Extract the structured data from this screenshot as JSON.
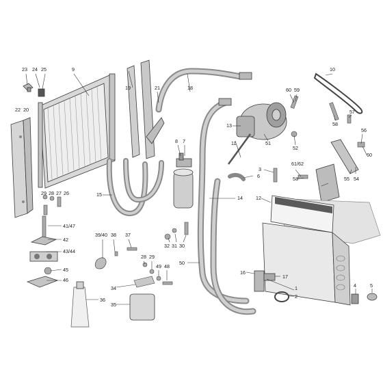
{
  "callouts": [
    {
      "id": "c1",
      "text": "1"
    },
    {
      "id": "c2",
      "text": "2"
    },
    {
      "id": "c3",
      "text": "3"
    },
    {
      "id": "c4",
      "text": "4"
    },
    {
      "id": "c5",
      "text": "5"
    },
    {
      "id": "c6",
      "text": "6"
    },
    {
      "id": "c7",
      "text": "7"
    },
    {
      "id": "c8",
      "text": "8"
    },
    {
      "id": "c9",
      "text": "9"
    },
    {
      "id": "c10",
      "text": "10"
    },
    {
      "id": "c11",
      "text": "11"
    },
    {
      "id": "c12",
      "text": "12"
    },
    {
      "id": "c13",
      "text": "13"
    },
    {
      "id": "c14",
      "text": "14"
    },
    {
      "id": "c15",
      "text": "15"
    },
    {
      "id": "c16",
      "text": "16"
    },
    {
      "id": "c17",
      "text": "17"
    },
    {
      "id": "c18",
      "text": "18"
    },
    {
      "id": "c19",
      "text": "19"
    },
    {
      "id": "c20",
      "text": "20"
    },
    {
      "id": "c21",
      "text": "21"
    },
    {
      "id": "c22",
      "text": "22"
    },
    {
      "id": "c23",
      "text": "23"
    },
    {
      "id": "c24",
      "text": "24"
    },
    {
      "id": "c25",
      "text": "25"
    },
    {
      "id": "c26",
      "text": "26"
    },
    {
      "id": "c27",
      "text": "27"
    },
    {
      "id": "c28a",
      "text": "28"
    },
    {
      "id": "c29a",
      "text": "29"
    },
    {
      "id": "c28b",
      "text": "28"
    },
    {
      "id": "c29b",
      "text": "29"
    },
    {
      "id": "c30",
      "text": "30"
    },
    {
      "id": "c31",
      "text": "31"
    },
    {
      "id": "c32",
      "text": "32"
    },
    {
      "id": "c34",
      "text": "34"
    },
    {
      "id": "c35",
      "text": "35"
    },
    {
      "id": "c36",
      "text": "36"
    },
    {
      "id": "c37",
      "text": "37"
    },
    {
      "id": "c38",
      "text": "38"
    },
    {
      "id": "c3940",
      "text": "39/40"
    },
    {
      "id": "c4147",
      "text": "41/47"
    },
    {
      "id": "c42",
      "text": "42"
    },
    {
      "id": "c4344",
      "text": "43/44"
    },
    {
      "id": "c45",
      "text": "45"
    },
    {
      "id": "c46",
      "text": "46"
    },
    {
      "id": "c48",
      "text": "48"
    },
    {
      "id": "c49",
      "text": "49"
    },
    {
      "id": "c50",
      "text": "50"
    },
    {
      "id": "c51",
      "text": "51"
    },
    {
      "id": "c52",
      "text": "52"
    },
    {
      "id": "c53",
      "text": "53"
    },
    {
      "id": "c54",
      "text": "54"
    },
    {
      "id": "c55",
      "text": "55"
    },
    {
      "id": "c56",
      "text": "56"
    },
    {
      "id": "c57",
      "text": "57"
    },
    {
      "id": "c58",
      "text": "58"
    },
    {
      "id": "c59",
      "text": "59"
    },
    {
      "id": "c60a",
      "text": "60"
    },
    {
      "id": "c60b",
      "text": "60"
    },
    {
      "id": "c6162",
      "text": "61/62"
    }
  ],
  "colors": {
    "hose_outer": "#8a8a8a",
    "hose_inner": "#cfcfcf",
    "metal": "#b8b8b8",
    "metal_dark": "#7a7a7a",
    "line": "#333333"
  }
}
